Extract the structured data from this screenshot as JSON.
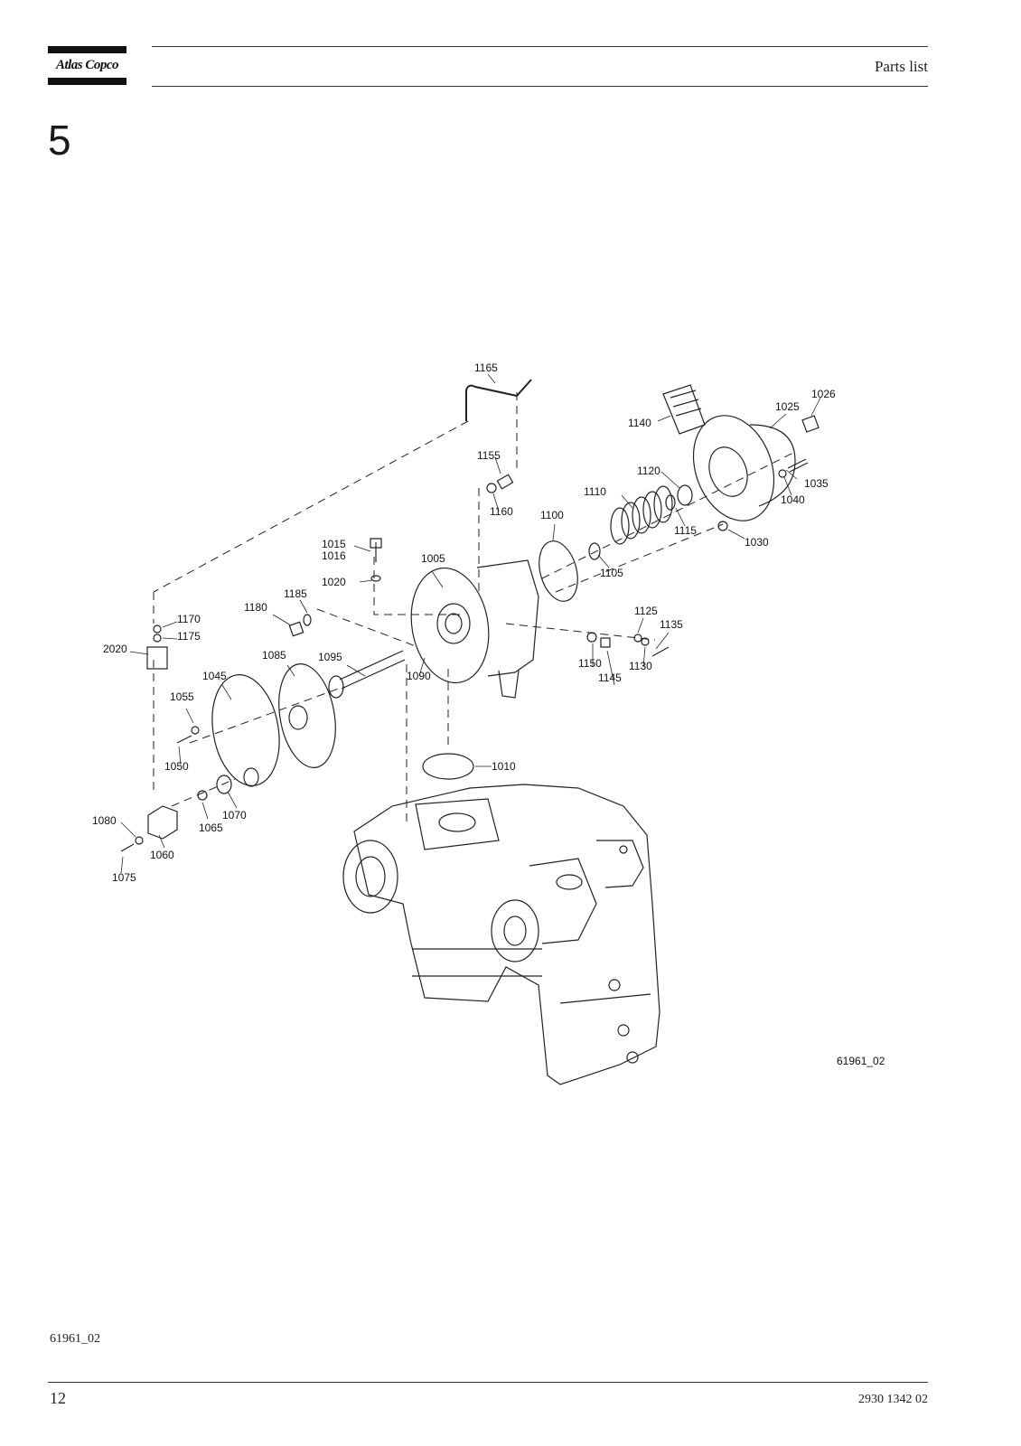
{
  "header": {
    "brand": "Atlas Copco",
    "title": "Parts list"
  },
  "section_number": "5",
  "figure": {
    "drawing_id": "61961_02",
    "callouts": {
      "c1165": "1165",
      "c1026": "1026",
      "c1025": "1025",
      "c1140": "1140",
      "c1155": "1155",
      "c1120": "1120",
      "c1035": "1035",
      "c1110": "1110",
      "c1040": "1040",
      "c1160": "1160",
      "c1100": "1100",
      "c1115": "1115",
      "c1030": "1030",
      "c1015": "1015",
      "c1016": "1016",
      "c1005": "1005",
      "c1105": "1105",
      "c1020": "1020",
      "c1185": "1185",
      "c1125": "1125",
      "c1180": "1180",
      "c1170": "1170",
      "c1135": "1135",
      "c1175": "1175",
      "c2020": "2020",
      "c1085": "1085",
      "c1095": "1095",
      "c1150": "1150",
      "c1130": "1130",
      "c1090": "1090",
      "c1045": "1045",
      "c1145": "1145",
      "c1055": "1055",
      "c1050": "1050",
      "c1010": "1010",
      "c1070": "1070",
      "c1080": "1080",
      "c1065": "1065",
      "c1060": "1060",
      "c1075": "1075"
    }
  },
  "footer": {
    "figure_ref": "61961_02",
    "page_number": "12",
    "document_number": "2930 1342 02"
  }
}
